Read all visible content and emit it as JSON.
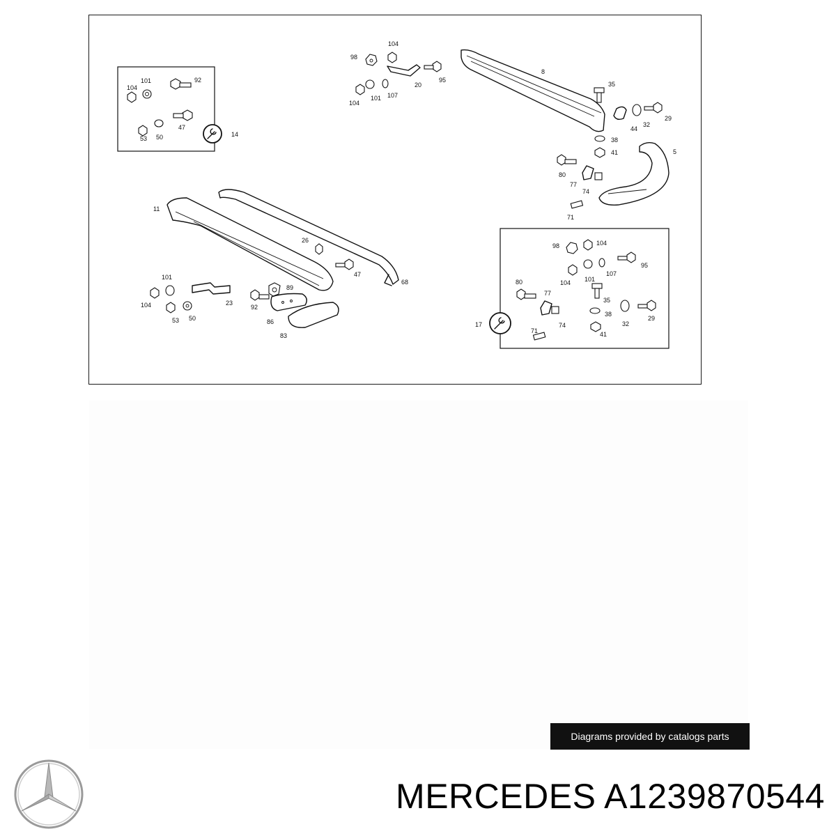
{
  "diagram": {
    "callouts": [
      {
        "id": "c1",
        "text": "104"
      },
      {
        "id": "c2",
        "text": "101"
      },
      {
        "id": "c3",
        "text": "92"
      },
      {
        "id": "c4",
        "text": "53"
      },
      {
        "id": "c5",
        "text": "50"
      },
      {
        "id": "c6",
        "text": "47"
      },
      {
        "id": "c7",
        "text": "14"
      },
      {
        "id": "c8",
        "text": "98"
      },
      {
        "id": "c9",
        "text": "104"
      },
      {
        "id": "c10",
        "text": "20"
      },
      {
        "id": "c11",
        "text": "95"
      },
      {
        "id": "c12",
        "text": "104"
      },
      {
        "id": "c13",
        "text": "101"
      },
      {
        "id": "c14",
        "text": "107"
      },
      {
        "id": "c15",
        "text": "8"
      },
      {
        "id": "c16",
        "text": "35"
      },
      {
        "id": "c17",
        "text": "44"
      },
      {
        "id": "c18",
        "text": "32"
      },
      {
        "id": "c19",
        "text": "29"
      },
      {
        "id": "c20",
        "text": "38"
      },
      {
        "id": "c21",
        "text": "41"
      },
      {
        "id": "c22",
        "text": "5"
      },
      {
        "id": "c23",
        "text": "80"
      },
      {
        "id": "c24",
        "text": "77"
      },
      {
        "id": "c25",
        "text": "74"
      },
      {
        "id": "c26",
        "text": "71"
      },
      {
        "id": "c27",
        "text": "11"
      },
      {
        "id": "c28",
        "text": "26"
      },
      {
        "id": "c29",
        "text": "47"
      },
      {
        "id": "c30",
        "text": "68"
      },
      {
        "id": "c31",
        "text": "101"
      },
      {
        "id": "c32",
        "text": "104"
      },
      {
        "id": "c33",
        "text": "23"
      },
      {
        "id": "c34",
        "text": "89"
      },
      {
        "id": "c35",
        "text": "92"
      },
      {
        "id": "c36",
        "text": "53"
      },
      {
        "id": "c37",
        "text": "50"
      },
      {
        "id": "c38",
        "text": "86"
      },
      {
        "id": "c39",
        "text": "83"
      },
      {
        "id": "c40",
        "text": "98"
      },
      {
        "id": "c41",
        "text": "104"
      },
      {
        "id": "c42",
        "text": "95"
      },
      {
        "id": "c43",
        "text": "104"
      },
      {
        "id": "c44",
        "text": "101"
      },
      {
        "id": "c45",
        "text": "107"
      },
      {
        "id": "c46",
        "text": "80"
      },
      {
        "id": "c47",
        "text": "77"
      },
      {
        "id": "c48",
        "text": "35"
      },
      {
        "id": "c49",
        "text": "38"
      },
      {
        "id": "c50",
        "text": "32"
      },
      {
        "id": "c51",
        "text": "29"
      },
      {
        "id": "c52",
        "text": "17"
      },
      {
        "id": "c53",
        "text": "74"
      },
      {
        "id": "c54",
        "text": "71"
      },
      {
        "id": "c55",
        "text": "41"
      }
    ]
  },
  "credit": "Diagrams provided by catalogs parts",
  "brand": "MERCEDES",
  "part_number": "A1239870544",
  "icons": {
    "logo": "mercedes-star-logo",
    "wrench": "wrench-icon"
  }
}
